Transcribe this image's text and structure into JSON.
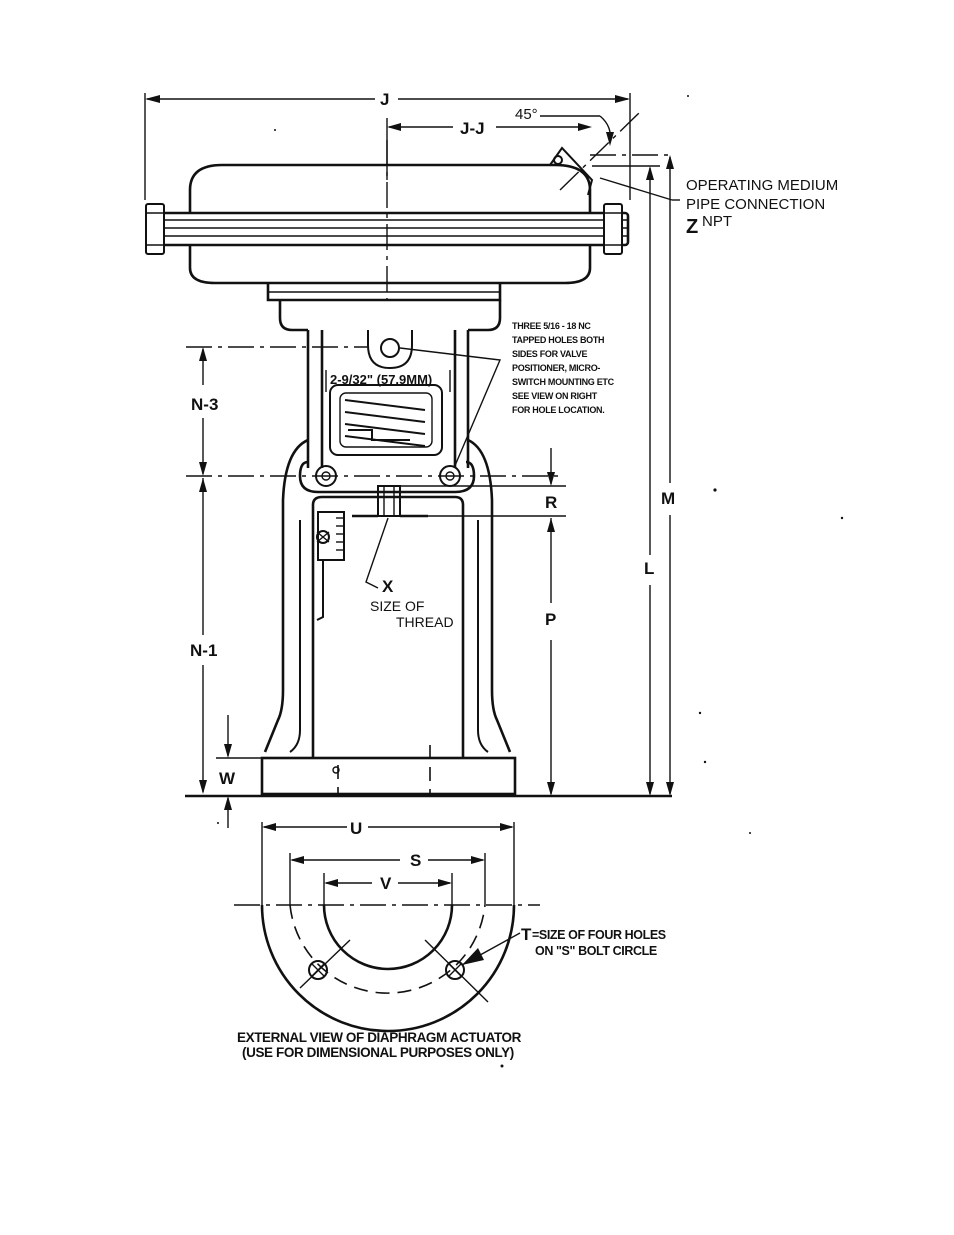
{
  "labels": {
    "J": "J",
    "JJ": "J-J",
    "angle": "45°",
    "N3": "N-3",
    "N1": "N-1",
    "W": "W",
    "R": "R",
    "P": "P",
    "M": "M",
    "L": "L",
    "U": "U",
    "S": "S",
    "V": "V",
    "X": "X",
    "width_dim": "2-9/32\" (57.9MM)"
  },
  "operating_medium": {
    "line1": "OPERATING MEDIUM",
    "line2": "PIPE CONNECTION",
    "z": "Z",
    "npt": "NPT"
  },
  "tapped_holes_note": [
    "THREE 5/16 - 18 NC",
    "TAPPED HOLES BOTH",
    "SIDES FOR VALVE",
    "POSITIONER, MICRO-",
    "SWITCH MOUNTING ETC",
    "SEE VIEW ON RIGHT",
    "FOR HOLE LOCATION."
  ],
  "thread_note": {
    "line1": "SIZE OF",
    "line2": "THREAD"
  },
  "holes_note": {
    "line1": "=SIZE OF FOUR HOLES",
    "line2": "ON \"S\" BOLT CIRCLE",
    "t": "T"
  },
  "caption": {
    "line1": "EXTERNAL VIEW OF DIAPHRAGM ACTUATOR",
    "line2": "(USE FOR DIMENSIONAL PURPOSES ONLY)"
  }
}
